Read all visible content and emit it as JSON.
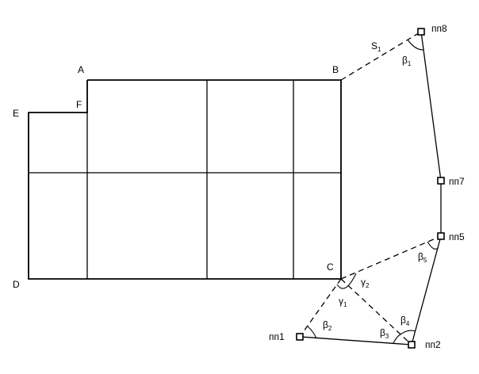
{
  "points": {
    "A": "A",
    "B": "B",
    "C": "C",
    "D": "D",
    "E": "E",
    "F": "F"
  },
  "stations": {
    "pp1": "пп1",
    "pp2": "пп2",
    "pp5": "пп5",
    "pp7": "пп7",
    "pp8": "пп8"
  },
  "angles": {
    "beta1": {
      "sym": "β",
      "sub": "1"
    },
    "beta2": {
      "sym": "β",
      "sub": "2"
    },
    "beta3": {
      "sym": "β",
      "sub": "3"
    },
    "beta4": {
      "sym": "β",
      "sub": "4"
    },
    "beta5": {
      "sym": "β",
      "sub": "5"
    },
    "gamma1": {
      "sym": "γ",
      "sub": "1"
    },
    "gamma2": {
      "sym": "γ",
      "sub": "2"
    }
  },
  "sides": {
    "s1": {
      "sym": "S",
      "sub": "1"
    }
  }
}
